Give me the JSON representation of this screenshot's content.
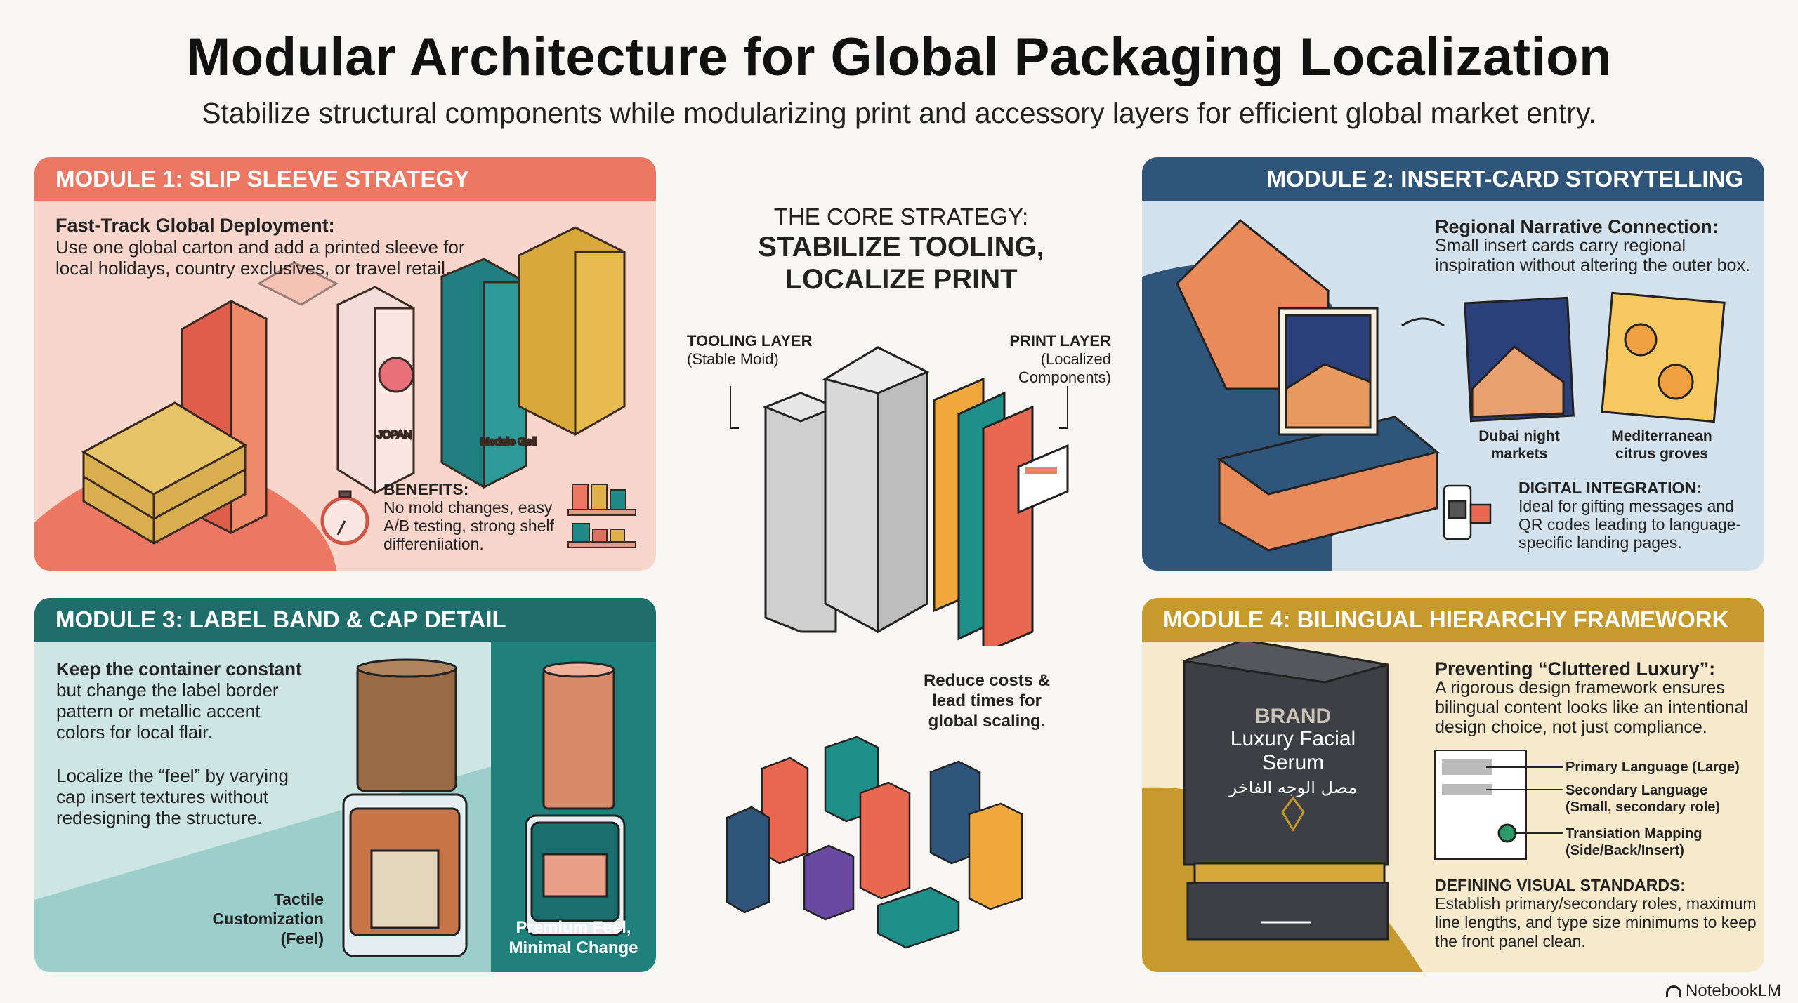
{
  "title": "Modular Architecture for Global Packaging Localization",
  "subtitle": "Stabilize structural components while modularizing print and accessory layers for efficient global market entry.",
  "colors": {
    "module1": "#ec7763",
    "module2": "#2f567a",
    "module3": "#1f6e6c",
    "module4": "#c69a2c"
  },
  "module1": {
    "header": "MODULE 1: SLIP SLEEVE STRATEGY",
    "heading": "Fast-Track Global Deployment:",
    "body": "Use one global carton and add a printed sleeve for local holidays, country exclusives, or travel retail.",
    "box_labels": [
      "JOPAN",
      "Module Gell"
    ],
    "benefits_title": "BENEFITS:",
    "benefits_body": "No mold changes, easy A/B testing, strong shelf differeniiation."
  },
  "module2": {
    "header": "MODULE 2: INSERT-CARD STORYTELLING",
    "heading": "Regional Narrative Connection:",
    "body": "Small insert cards carry regional inspiration without altering the outer box.",
    "cards": [
      "Dubai night markets",
      "Mediterranean citrus groves"
    ],
    "digital_title": "DIGITAL INTEGRATION:",
    "digital_body": "Ideal for gifting messages and QR codes leading to language-specific landing pages."
  },
  "module3": {
    "header": "MODULE 3: LABEL BAND & CAP DETAIL",
    "p1_bold": "Keep the container constant",
    "p1": "but change the label border pattern or metallic accent colors for local flair.",
    "p2": "Localize the “feel” by varying cap insert textures without redesigning the structure.",
    "label_left": "Tactile Customization (Feel)",
    "label_right": "Premium Feel, Minimal Change"
  },
  "module4": {
    "header": "MODULE 4: BILINGUAL HIERARCHY FRAMEWORK",
    "box_brand": "BRAND",
    "box_product": "Luxury Facial Serum",
    "box_arabic": "مصل الوجه الفاخر",
    "heading": "Preventing “Cluttered Luxury”:",
    "body": "A rigorous design framework ensures bilingual content looks like an intentional design choice, not just compliance.",
    "diagram": [
      "Primary Language (Large)",
      "Secondary Language (Small, secondary role)",
      "Transiation Mapping (Side/Back/Insert)"
    ],
    "standards_title": "DEFINING VISUAL STANDARDS:",
    "standards_body": "Establish primary/secondary roles, maximum line lengths, and type size minimums to keep the front panel clean."
  },
  "core": {
    "kicker": "THE CORE STRATEGY:",
    "line1": "STABILIZE TOOLING,",
    "line2": "LOCALIZE PRINT",
    "tooling_title": "TOOLING LAYER",
    "tooling_sub": "(Stable Moid)",
    "print_title": "PRINT LAYER",
    "print_sub": "(Localized Components)",
    "caption": "Reduce costs & lead times for global scaling."
  },
  "footer": {
    "brand": "NotebookLM"
  }
}
